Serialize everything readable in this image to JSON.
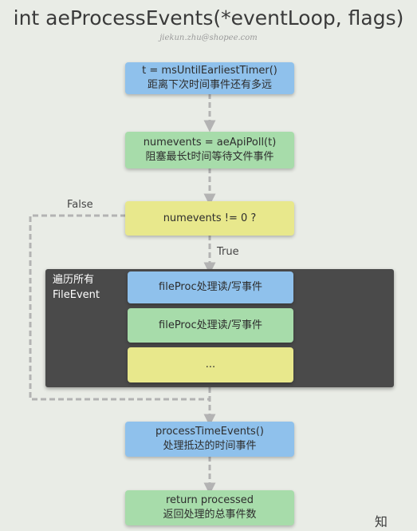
{
  "title": "int aeProcessEvents(*eventLoop, flags)",
  "author": "jiekun.zhu@shopee.com",
  "nodes": {
    "timer": {
      "line1": "t = msUntilEarliestTimer()",
      "line2": "距离下次时间事件还有多远"
    },
    "poll": {
      "line1": "numevents = aeApiPoll(t)",
      "line2": "阻塞最长t时间等待文件事件"
    },
    "check": {
      "line1": "numevents != 0 ?"
    },
    "file1": {
      "line1": "fileProc处理读/写事件"
    },
    "file2": {
      "line1": "fileProc处理读/写事件"
    },
    "file3": {
      "line1": "..."
    },
    "time_events": {
      "line1": "processTimeEvents()",
      "line2": "处理抵达的时间事件"
    },
    "ret": {
      "line1": "return processed",
      "line2": "返回处理的总事件数"
    }
  },
  "panel": {
    "line1": "遍历所有",
    "line2": "FileEvent"
  },
  "edges": {
    "false_label": "False",
    "true_label": "True"
  },
  "colors": {
    "blue": "#8fc1ec",
    "green": "#a7dcaa",
    "yellow": "#e8e88c",
    "panel": "#4a4a4a",
    "connector": "#b3b3b3"
  },
  "watermark": "知"
}
